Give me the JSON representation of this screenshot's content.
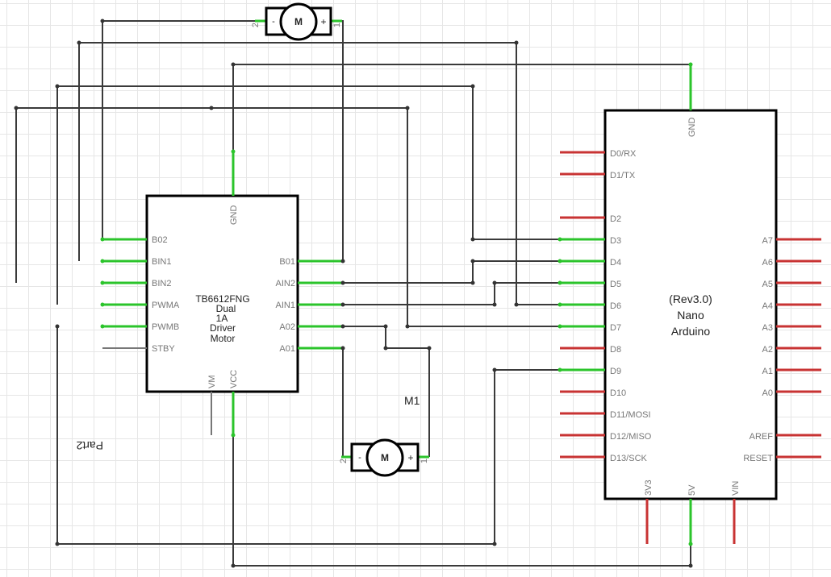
{
  "driver": {
    "name_lines": [
      "TB6612FNG",
      "Dual",
      "1A",
      "Driver",
      "Motor"
    ],
    "left_pins": [
      "B02",
      "BIN1",
      "BIN2",
      "PWMA",
      "PWMB",
      "STBY"
    ],
    "right_pins": [
      "B01",
      "AIN2",
      "AIN1",
      "A02",
      "A01"
    ],
    "top_pin": "GND",
    "bottom_pins": [
      "VM",
      "VCC"
    ],
    "part_label": "Part2"
  },
  "arduino": {
    "name_lines": [
      "(Rev3.0)",
      "Nano",
      "Arduino"
    ],
    "top_pin": "GND",
    "left_pins": [
      "D0/RX",
      "D1/TX",
      "D2",
      "D3",
      "D4",
      "D5",
      "D6",
      "D7",
      "D8",
      "D9",
      "D10",
      "D11/MOSI",
      "D12/MISO",
      "D13/SCK"
    ],
    "right_pins": [
      "A7",
      "A6",
      "A5",
      "A4",
      "A3",
      "A2",
      "A1",
      "A0",
      "AREF",
      "RESET"
    ],
    "bottom_pins": [
      "3V3",
      "5V",
      "VIN"
    ]
  },
  "motors": {
    "top": {
      "symbol": "M",
      "minus": "-",
      "plus": "+",
      "pin_a": "2",
      "pin_b": "1"
    },
    "bottom": {
      "symbol": "M",
      "minus": "-",
      "plus": "+",
      "pin_a": "2",
      "pin_b": "1",
      "label": "M1"
    }
  },
  "colors": {
    "wire": "#3a3a3a",
    "pin_connected": "#2bc42b",
    "pin_unconnected": "#c83333",
    "body_outline": "#000000",
    "grid": "#e6e6e6"
  }
}
